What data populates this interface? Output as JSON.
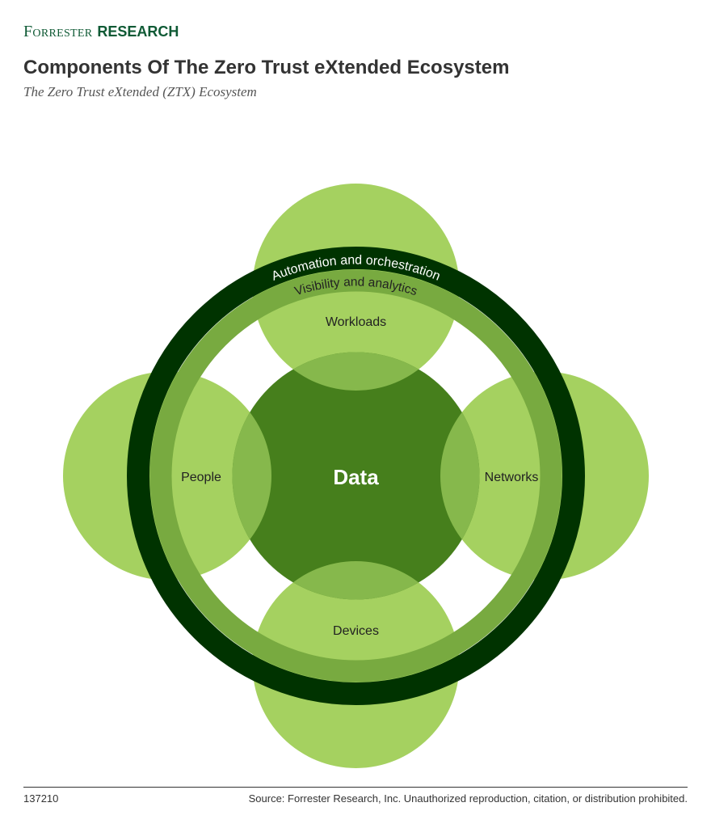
{
  "header": {
    "logo_brand": "Forrester",
    "logo_suffix": "RESEARCH",
    "title": "Components Of The Zero Trust eXtended Ecosystem",
    "subtitle": "The Zero Trust eXtended (ZTX) Ecosystem"
  },
  "diagram": {
    "outer_ring": "Automation and orchestration",
    "inner_ring": "Visibility and analytics",
    "center": "Data",
    "nodes": {
      "top": "Workloads",
      "left": "People",
      "right": "Networks",
      "bottom": "Devices"
    }
  },
  "colors": {
    "light": "#a5d160",
    "overlap": "#86b84c",
    "data": "#467f1c",
    "ring_medium": "#78aa40",
    "ring_dark": "#003300",
    "brand": "#0f5a35"
  },
  "footer": {
    "id": "137210",
    "source": "Source: Forrester Research, Inc. Unauthorized reproduction, citation, or distribution prohibited."
  }
}
